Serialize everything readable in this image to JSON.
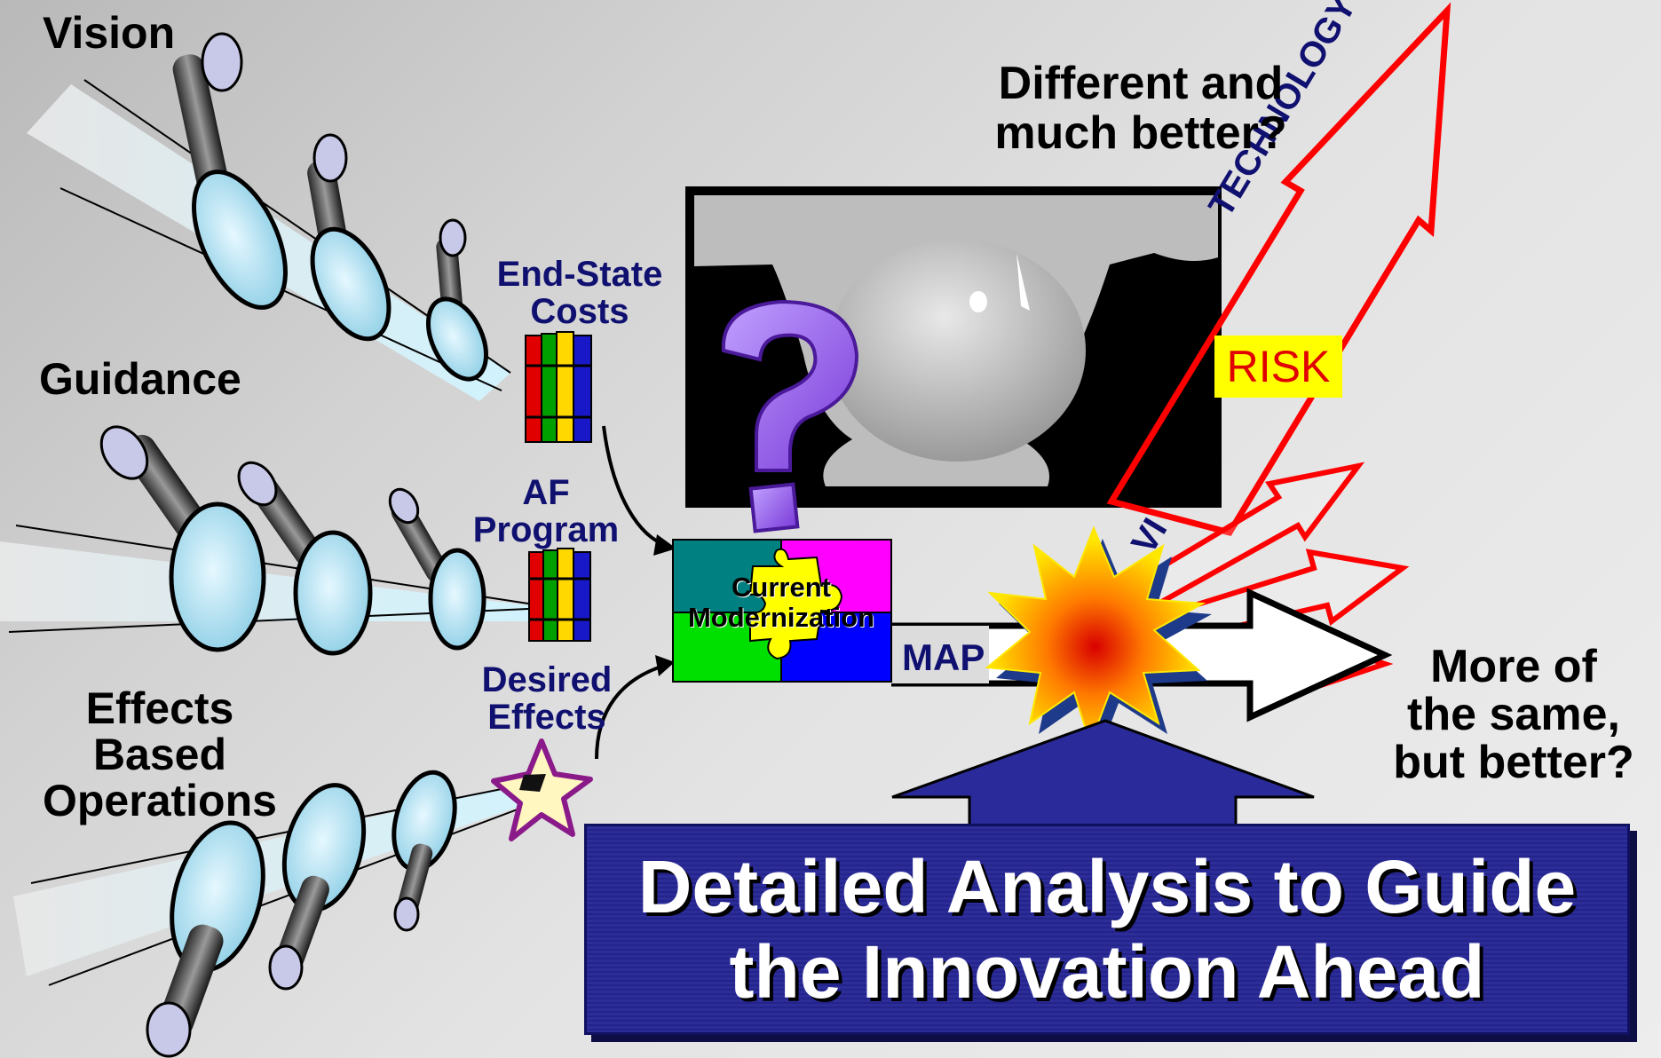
{
  "labels": {
    "vision": "Vision",
    "guidance": "Guidance",
    "effects_based": [
      "Effects",
      "Based",
      "Operations"
    ],
    "end_state_costs": [
      "End-State",
      "Costs"
    ],
    "af_program": [
      "AF",
      "Program"
    ],
    "desired_effects": [
      "Desired",
      "Effects"
    ],
    "current_modernization": [
      "Current",
      "Modernization"
    ],
    "map_fragment": "MAP",
    "risk": "RISK",
    "technology": "TECHNOLOGY",
    "vi_fragment": "VI",
    "different_question": [
      "Different and",
      "much better?"
    ],
    "more_question": [
      "More of",
      "the same,",
      "but better?"
    ]
  },
  "banner": {
    "text": "Detailed Analysis to Guide\nthe Innovation Ahead"
  },
  "colors": {
    "navy_text": "#101070",
    "banner_fill": "#2d2d9a",
    "risk_fill": "#ffff00",
    "risk_text": "#e00000",
    "arrow_outline": "#ff0000",
    "book_colors": [
      "#e00000",
      "#00a000",
      "#ffd800",
      "#1818c8"
    ],
    "puzzle_colors": [
      "#008080",
      "#ff00ff",
      "#ffff00",
      "#00e000",
      "#0000ff"
    ]
  },
  "icons": [
    "telescope-icon",
    "books-icon",
    "puzzle-icon",
    "crystal-ball-icon",
    "question-mark-icon",
    "explosion-icon",
    "star-burst-icon"
  ]
}
